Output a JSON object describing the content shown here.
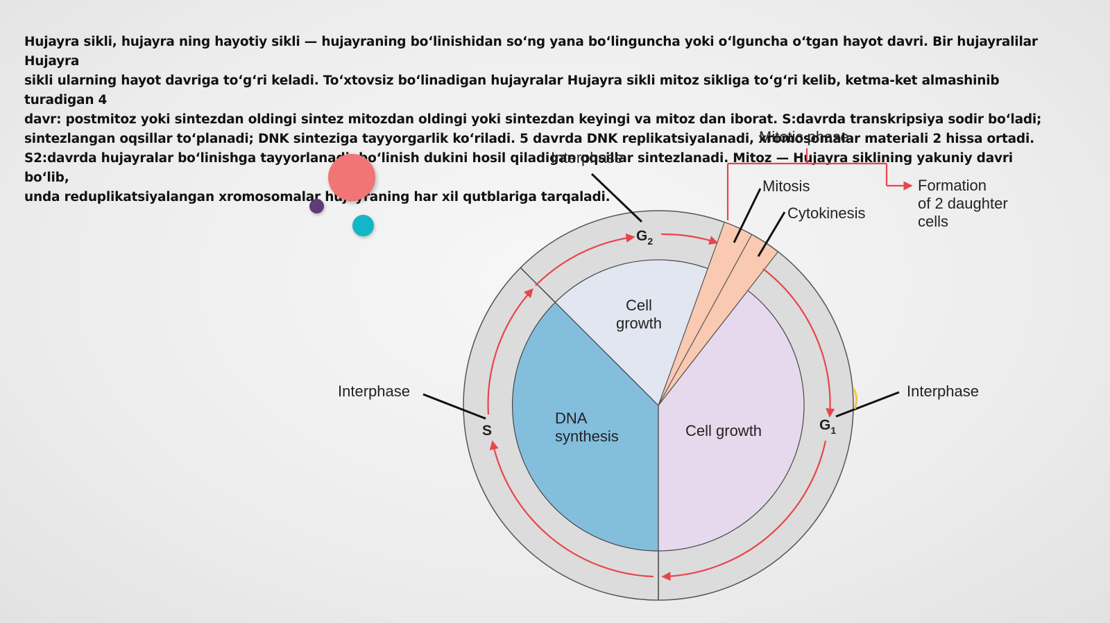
{
  "slide": {
    "paragraph_lines": [
      "Hujayra sikli, hujayra ning hayotiy sikli — hujayraning boʻlinishidan soʻng yana boʻlinguncha yoki oʻlguncha oʻtgan hayot davri. Bir hujayralilar Hujayra",
      "sikli ularning hayot davriga toʻgʻri keladi. Toʻxtovsiz boʻlinadigan hujayralar Hujayra sikli mitoz sikliga toʻgʻri kelib, ketma-ket almashinib turadigan 4",
      "davr: postmitoz yoki sintezdan oldingi sintez mitozdan oldingi yoki sintezdan keyingi va mitoz dan iborat. S:davrda transkripsiya sodir boʻladi;",
      "sintezlangan oqsillar toʻplanadi; DNK sinteziga tayyorgarlik koʻriladi. 5 davrda DNK replikatsiyalanadi, xromosomalar materiali 2 hissa ortadi.",
      "S2:davrda hujayralar boʻlinishga tayyorlanadi; boʻlinish dukini hosil qiladigan oqsillar sintezlanadi. Mitoz — Hujayra siklining yakuniy davri boʻlib,",
      "unda reduplikatsiyalangan xromosomalar hujayraning har xil qutblariga tarqaladi."
    ]
  },
  "diagram": {
    "labels": {
      "interphase_top": "Interphase",
      "interphase_left": "Interphase",
      "interphase_right": "Interphase",
      "mitotic_phase": "Mitotic phase",
      "mitosis": "Mitosis",
      "cytokinesis": "Cytokinesis",
      "formation_line1": "Formation",
      "formation_line2": "of 2 daughter",
      "formation_line3": "cells",
      "g2_letter": "G",
      "g2_sub": "2",
      "g1_letter": "G",
      "g1_sub": "1",
      "s_letter": "S",
      "cell_growth_top_line1": "Cell",
      "cell_growth_top_line2": "growth",
      "dna_line1": "DNA",
      "dna_line2": "synthesis",
      "cell_growth_right": "Cell growth"
    },
    "colors": {
      "dna_synthesis": "#84bedd",
      "cell_growth_g2": "#e2e6f1",
      "cell_growth_g1": "#e6d9ed",
      "mitotic_wedge": "#f9c9b2",
      "outer_ring": "#dcdcdc",
      "arrow_red": "#e8454b",
      "dot_red": "#f07575",
      "dot_purple": "#5f3b78",
      "dot_teal": "#13b6c6"
    }
  }
}
